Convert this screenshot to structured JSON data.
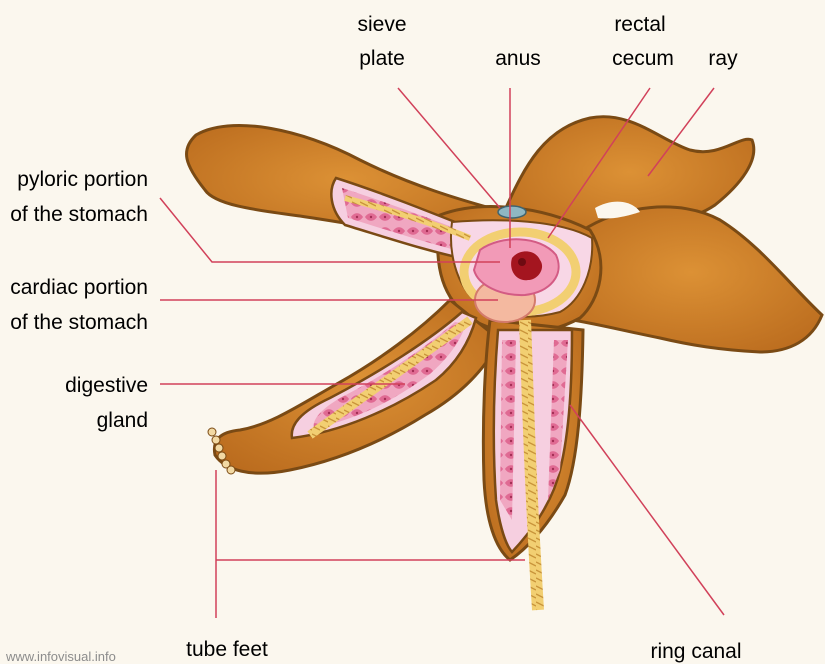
{
  "diagram": {
    "labels": {
      "sieve_plate": [
        "sieve",
        "plate"
      ],
      "anus": "anus",
      "rectal_cecum": [
        "rectal",
        "cecum"
      ],
      "ray": "ray",
      "pyloric_stomach": [
        "pyloric portion",
        "of the stomach"
      ],
      "cardiac_stomach": [
        "cardiac portion",
        "of the stomach"
      ],
      "digestive_gland": [
        "digestive",
        "gland"
      ],
      "tube_feet": "tube feet",
      "ring_canal": "ring canal"
    },
    "watermark": "www.infovisual.info"
  },
  "colors": {
    "background": "#fbf7ee",
    "body": "#c97a26",
    "body_outline": "#7a4a14",
    "cavity": "#f6cfe0",
    "gland": "#e06a93",
    "canal": "#f2cf72",
    "leader_line": "#d1415a",
    "ambulacral": "#e4b45a"
  }
}
